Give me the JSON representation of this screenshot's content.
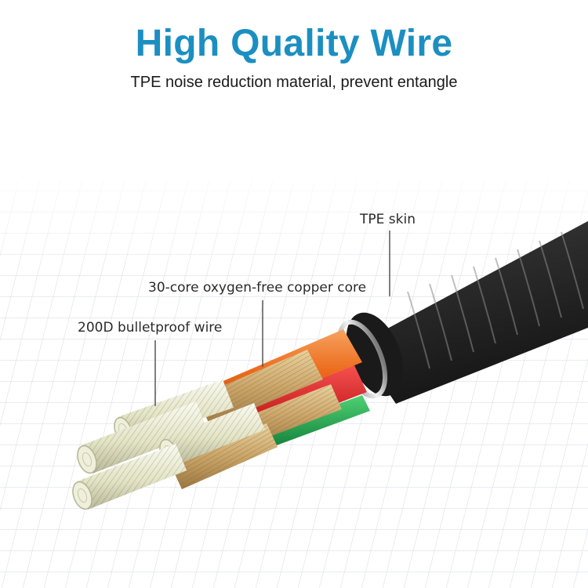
{
  "header": {
    "title": "High Quality Wire",
    "subtitle": "TPE noise reduction material, prevent entangle"
  },
  "callouts": {
    "tpe_skin": "TPE skin",
    "copper_core": "30-core oxygen-free copper core",
    "bulletproof_wire": "200D bulletproof wire"
  },
  "colors": {
    "title_blue": "#1b8fc2",
    "cable_black": "#2b2b2b",
    "core_orange": "#ec6a1c",
    "core_red": "#e01818",
    "core_green": "#1ea84a",
    "copper": "#caa56a",
    "bulletproof_strand": "#e8e8cc",
    "grid_line": "#d4d8e3"
  }
}
